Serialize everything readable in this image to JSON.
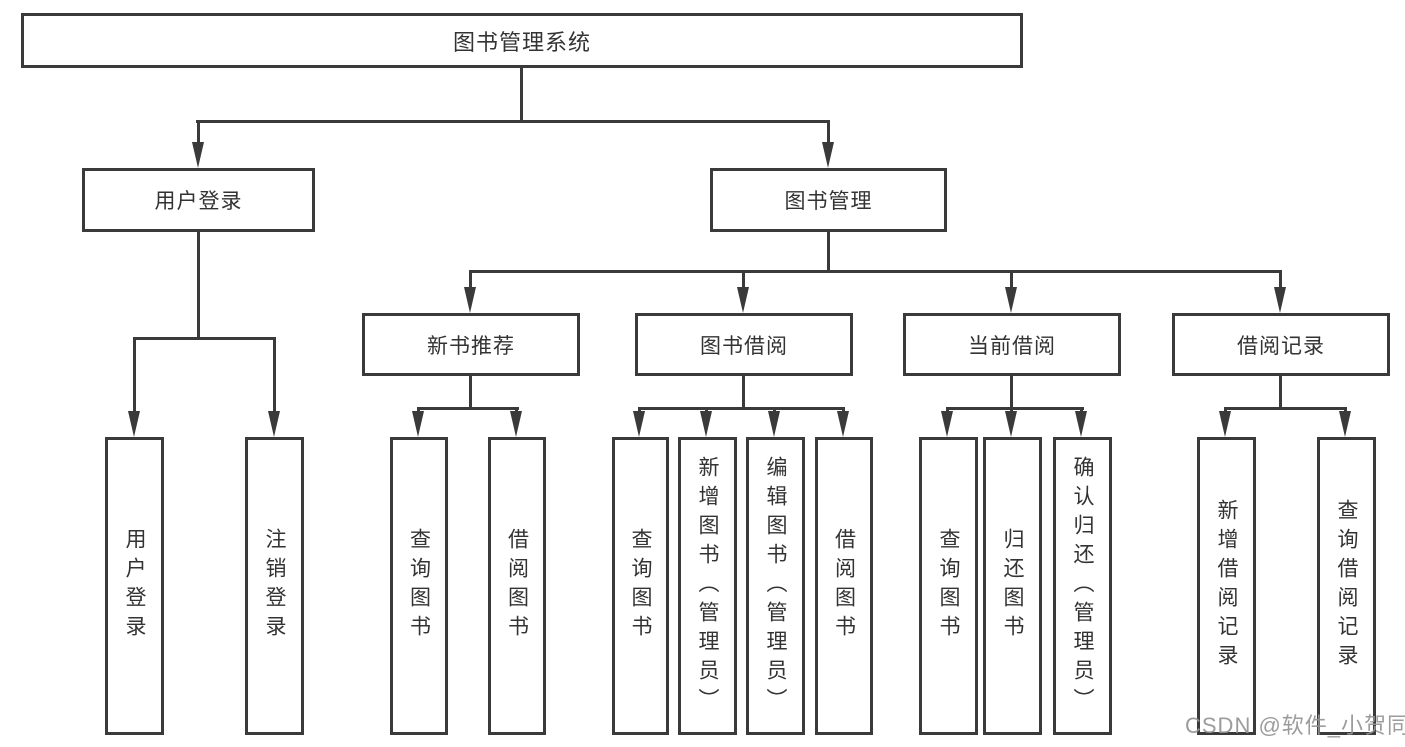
{
  "diagram": {
    "title": "图书管理系统",
    "level2": {
      "user_login": "用户登录",
      "book_management": "图书管理"
    },
    "level3": {
      "new_book_recommend": "新书推荐",
      "book_borrowing": "图书借阅",
      "current_borrowing": "当前借阅",
      "borrowing_records": "借阅记录"
    },
    "leaves": {
      "user_login": "用户登录",
      "logout": "注销登录",
      "rec_query_books": "查询图书",
      "rec_borrow_books": "借阅图书",
      "bb_query_books": "查询图书",
      "bb_add_books": "新增图书（管理员）",
      "bb_edit_books": "编辑图书（管理员）",
      "bb_borrow_books": "借阅图书",
      "cb_query_books": "查询图书",
      "cb_return_books": "归还图书",
      "cb_confirm_return": "确认归还（管理员）",
      "br_add_record": "新增借阅记录",
      "br_query_record": "查询借阅记录"
    },
    "watermark": "CSDN @软件_小贺同学"
  }
}
